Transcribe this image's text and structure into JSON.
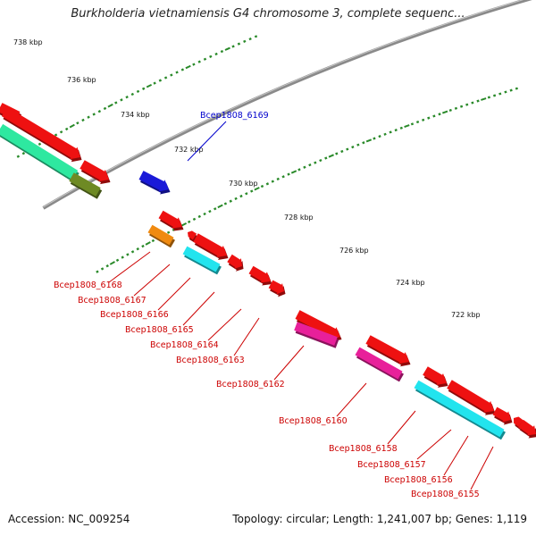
{
  "title": "Burkholderia vietnamiensis G4 chromosome 3, complete sequenc...",
  "footer": {
    "accession": "Accession: NC_009254",
    "summary": "Topology: circular; Length: 1,241,007 bp; Genes: 1,119"
  },
  "colors": {
    "backbone": "#8a8a8a",
    "ruler": "#2a8a2a",
    "gene_red": "#ee1111",
    "gene_blue": "#1a1ad8",
    "gene_green": "#2ee8a0",
    "gene_olive": "#6e8a24",
    "gene_orange": "#f08a10",
    "gene_cyan": "#22e4ee",
    "gene_magenta": "#e8209a",
    "label_red": "#cc0000",
    "label_blue": "#0000cc"
  },
  "ruler_labels": [
    "738 kbp",
    "736 kbp",
    "734 kbp",
    "732 kbp",
    "730 kbp",
    "728 kbp",
    "726 kbp",
    "724 kbp",
    "722 kbp"
  ],
  "gene_labels": [
    "Bcep1808_6169",
    "Bcep1808_6168",
    "Bcep1808_6167",
    "Bcep1808_6166",
    "Bcep1808_6165",
    "Bcep1808_6164",
    "Bcep1808_6163",
    "Bcep1808_6162",
    "Bcep1808_6160",
    "Bcep1808_6158",
    "Bcep1808_6157",
    "Bcep1808_6156",
    "Bcep1808_6155"
  ]
}
